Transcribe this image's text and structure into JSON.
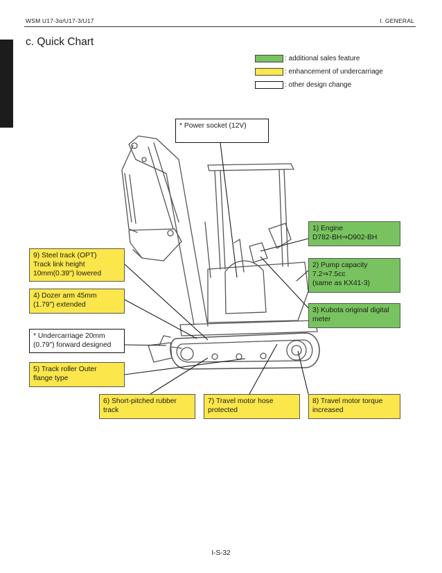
{
  "header": {
    "left": "WSM U17-3α/U17-3/U17",
    "right": "I. GENERAL"
  },
  "section_title": "c. Quick Chart",
  "colors": {
    "green": "#78c35f",
    "yellow": "#fbe74b",
    "white": "#ffffff"
  },
  "legend": [
    {
      "color": "green",
      "text": ": additional sales feature"
    },
    {
      "color": "yellow",
      "text": ": enhancement of undercarriage"
    },
    {
      "color": "white",
      "text": ": other design change"
    }
  ],
  "callouts": {
    "power_socket": "* Power socket (12V)",
    "engine": "1) Engine\n    D782-BH⇒D902-BH",
    "pump": "2) Pump capacity\n    7.2⇒7.5cc\n    (same as KX41-3)",
    "meter": "3) Kubota original digital\n    meter",
    "steel_track": "9) Steel track (OPT)\n    Track link height\n    10mm(0.39\") lowered",
    "dozer": "4) Dozer arm 45mm\n    (1.79\") extended",
    "undercarriage": "* Undercarriage 20mm\n   (0.79\") forward designed",
    "track_roller": "5) Track roller Outer\n    flange type",
    "rubber_track": "6) Short-pitched rubber\n    track",
    "hose": "7) Travel motor hose\n    protected",
    "torque": "8) Travel motor torque\n    increased"
  },
  "footer": "I-S-32"
}
